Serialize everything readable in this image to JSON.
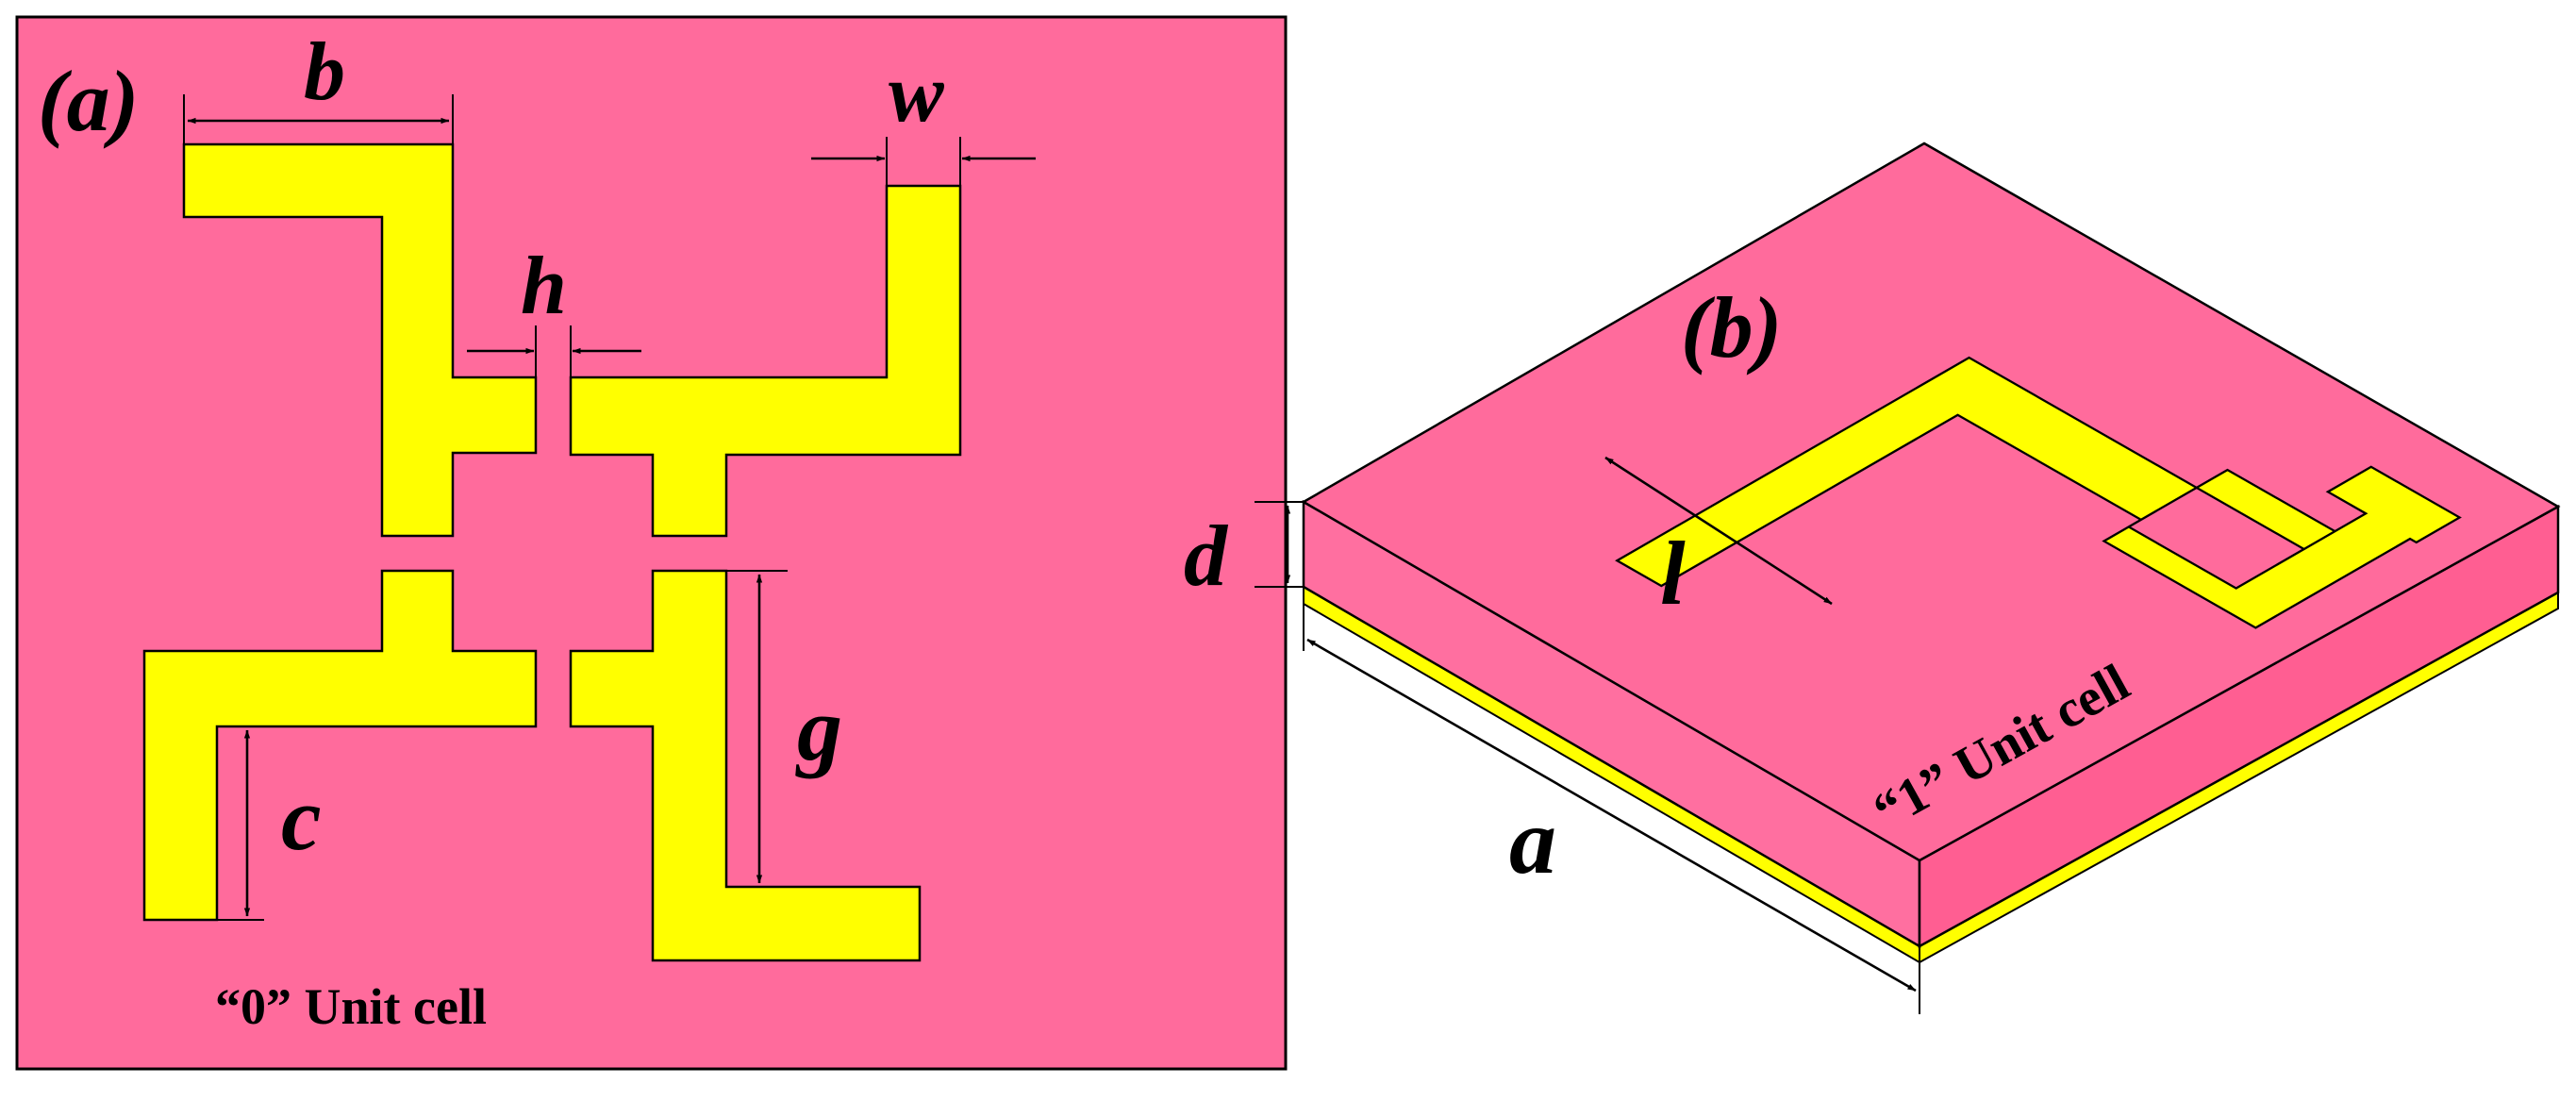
{
  "panel_a": {
    "panel_label": "(a)",
    "caption": "“0” Unit cell",
    "dims": {
      "b": "b",
      "w": "w",
      "h": "h",
      "g": "g",
      "c": "c"
    },
    "substrate_color": "#FF6B9C",
    "patch_color": "#FFFF00"
  },
  "panel_b": {
    "panel_label": "(b)",
    "caption": "“1” Unit cell",
    "dims": {
      "d": "d",
      "l": "l",
      "a": "a"
    },
    "top_color": "#FF6B9C",
    "side_left_color": "#FF6FA0",
    "side_right_color": "#FF5E92",
    "ground_color": "#FFFF00"
  }
}
